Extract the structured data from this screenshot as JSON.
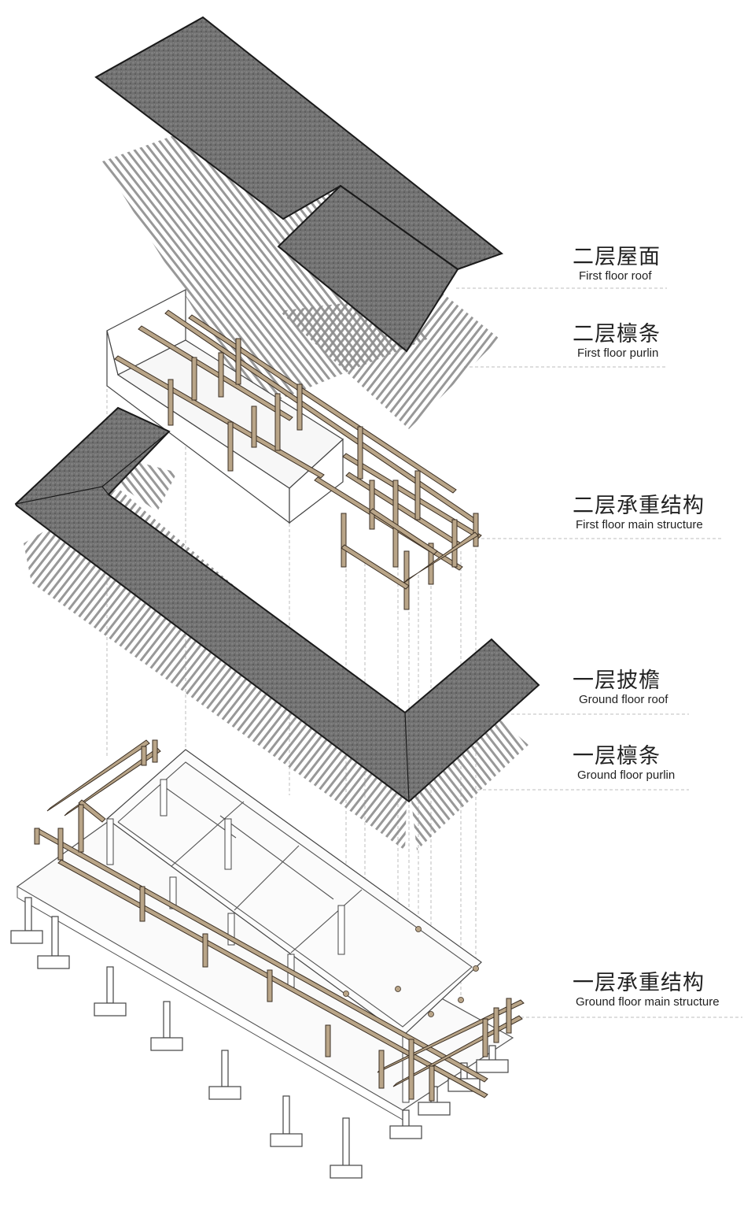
{
  "colors": {
    "roof_tile": "#6f6f6f",
    "roof_outline": "#1a1a1a",
    "purlin": "#8a8a8a",
    "timber": "#b9a588",
    "timber_outline": "#3b2f23",
    "concrete": "#ffffff",
    "leader_line": "#b4b4b4"
  },
  "layers": [
    {
      "zh": "二层屋面",
      "en": "First floor roof"
    },
    {
      "zh": "二层檩条",
      "en": "First floor purlin"
    },
    {
      "zh": "二层承重结构",
      "en": "First floor main structure"
    },
    {
      "zh": "一层披檐",
      "en": "Ground floor roof"
    },
    {
      "zh": "一层檩条",
      "en": "Ground floor purlin"
    },
    {
      "zh": "一层承重结构",
      "en": "Ground floor main structure"
    }
  ]
}
